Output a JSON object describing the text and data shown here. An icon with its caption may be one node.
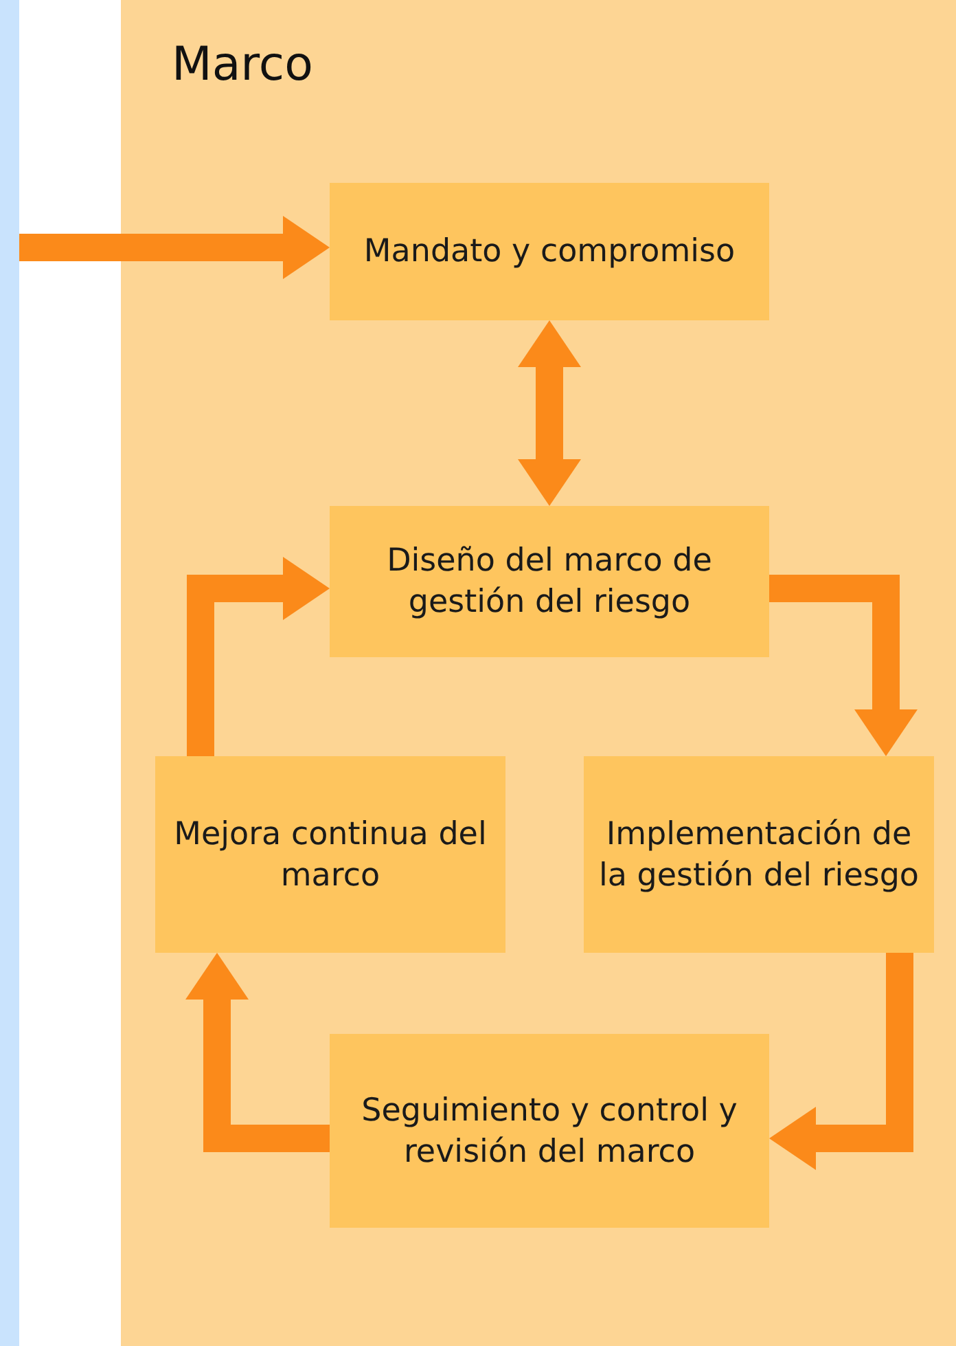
{
  "diagram": {
    "nodes": [
      {
        "text": [
          "Marco"
        ]
      },
      {
        "text": [
          "Mandato y compromiso"
        ],
        "in": 0
      },
      {
        "text": [
          "Diseño del marco de gestión del riesgo"
        ],
        "in": 0
      },
      {
        "text": [
          "Mejora continua del marco"
        ],
        "in": 0
      },
      {
        "text": [
          "Implementación de la gestión del riesgo"
        ],
        "in": 0
      },
      {
        "text": [
          "Seguimiento y control y revisión del marco"
        ],
        "in": 0
      }
    ],
    "edges": [
      {
        "from": null,
        "to": 1,
        "arrow": "to"
      },
      {
        "from": 1,
        "to": 2,
        "arrow": "both"
      },
      {
        "from": 2,
        "to": 4,
        "arrow": "to"
      },
      {
        "from": 4,
        "to": 5,
        "arrow": "to"
      },
      {
        "from": 5,
        "to": 3,
        "arrow": "to"
      },
      {
        "from": 3,
        "to": 2,
        "arrow": "to"
      }
    ]
  }
}
